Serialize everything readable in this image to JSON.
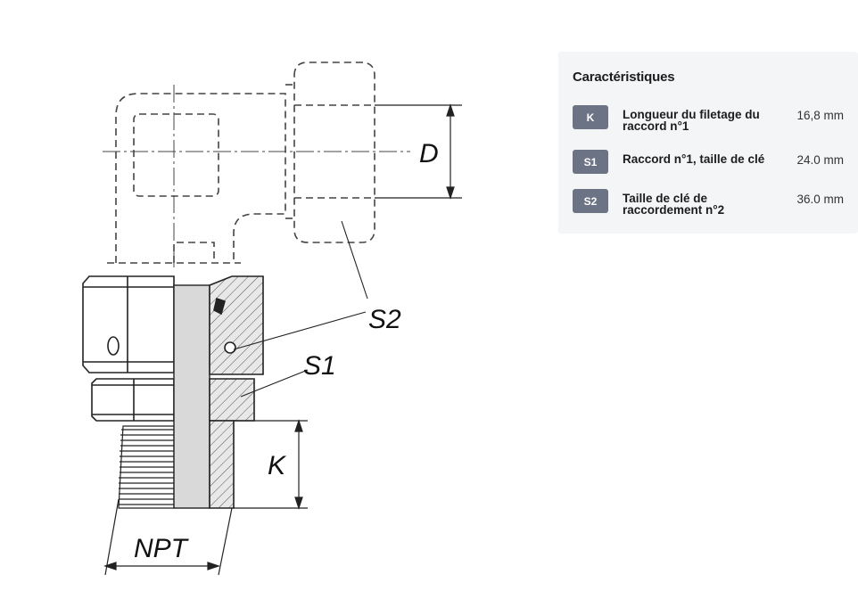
{
  "drawing": {
    "labels": {
      "d": "D",
      "s2": "S2",
      "s1": "S1",
      "k": "K",
      "npt": "NPT"
    }
  },
  "characteristics": {
    "title": "Caractéristiques",
    "items": [
      {
        "code": "K",
        "label": "Longueur du filetage du raccord n°1",
        "value": "16,8 mm"
      },
      {
        "code": "S1",
        "label": "Raccord n°1, taille de clé",
        "value": "24.0 mm"
      },
      {
        "code": "S2",
        "label": "Taille de clé de raccordement n°2",
        "value": "36.0 mm"
      }
    ]
  },
  "colors": {
    "badge": "#6b7385",
    "panel": "#f3f5f7"
  }
}
